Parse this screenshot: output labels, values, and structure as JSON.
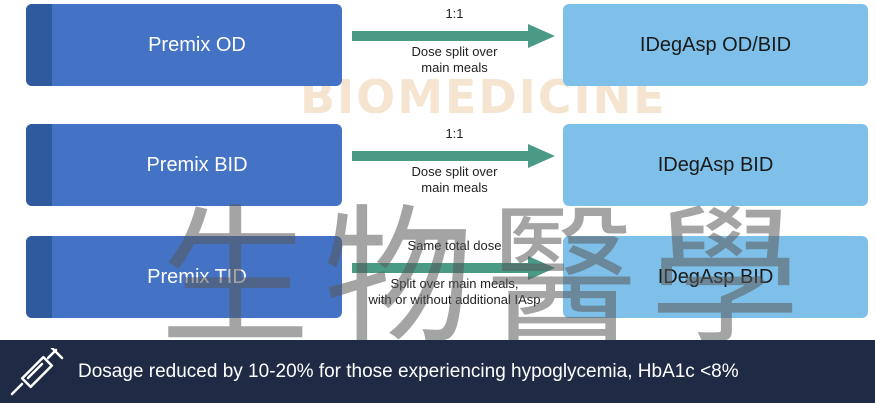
{
  "rows": [
    {
      "left_label": "Premix OD",
      "arrow_top": "1:1",
      "arrow_bottom": [
        "Dose split over",
        "main meals"
      ],
      "right_label": "IDegAsp OD/BID"
    },
    {
      "left_label": "Premix BID",
      "arrow_top": "1:1",
      "arrow_bottom": [
        "Dose split over",
        "main meals"
      ],
      "right_label": "IDegAsp BID"
    },
    {
      "left_label": "Premix TID",
      "arrow_top": "Same total dose",
      "arrow_bottom": [
        "Split over main meals,",
        "with or without additional IAsp"
      ],
      "right_label": "IDegAsp BID"
    }
  ],
  "footer": {
    "icon": "syringe-icon",
    "text": "Dosage reduced by 10-20% for those experiencing hypoglycemia, HbA1c <8%"
  },
  "watermark": {
    "latin": "BIOMEDICINE",
    "cjk": [
      "生",
      "物",
      "醫",
      "學"
    ]
  },
  "colors": {
    "left_box": "#4472c4",
    "left_strip": "#2f5a9e",
    "right_box": "#7ec0e9",
    "arrow": "#4a9a86",
    "footer": "#1f2a44"
  }
}
